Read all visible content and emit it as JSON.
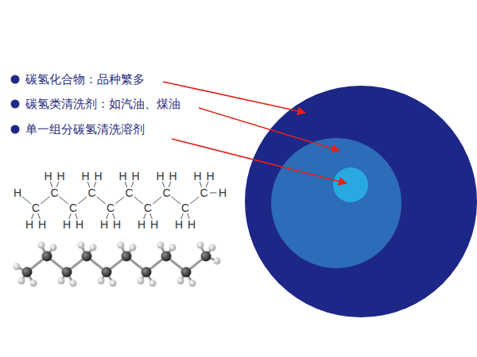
{
  "diagram": {
    "nodes": [
      {
        "text": [
          "碳氢化合物：品种繁多"
        ]
      },
      {
        "text": [
          "碳氢类清洗剂：如汽油、煤油"
        ],
        "in": 0
      },
      {
        "text": [
          "单一组分碳氢清洗溶剂"
        ],
        "in": 1
      }
    ],
    "labels": [
      "H",
      "H",
      "H",
      "H",
      "H",
      "H",
      "H",
      "H",
      "H",
      "H",
      "H",
      "C",
      "C",
      "C",
      "C",
      "C",
      "H",
      "C",
      "C",
      "C",
      "C",
      "C",
      "H",
      "H",
      "H",
      "H",
      "H",
      "H",
      "H",
      "H",
      "H",
      "H"
    ]
  }
}
